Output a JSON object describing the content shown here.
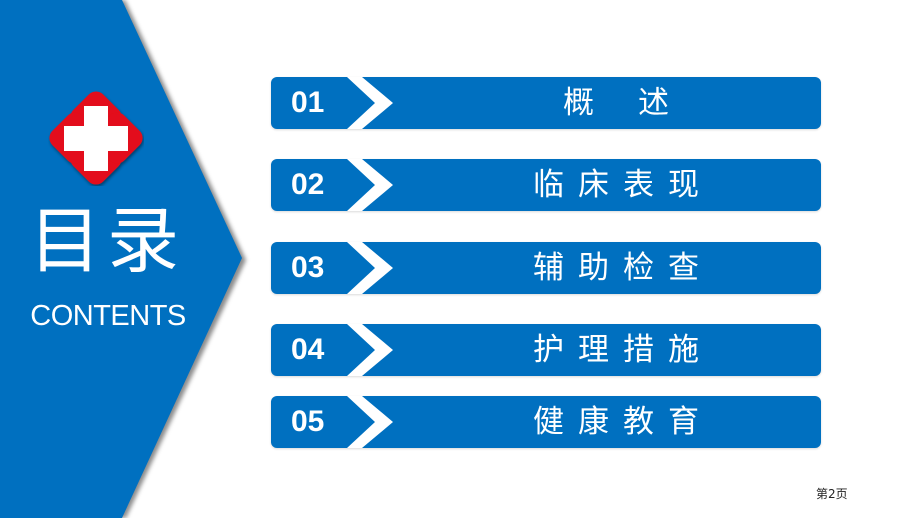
{
  "theme": {
    "accent": "#0070C0",
    "logo_red": "#E3101A",
    "logo_white": "#FFFFFF",
    "text_on_accent": "#FFFFFF"
  },
  "sidebar": {
    "logo_icon": "red-cross-hospital-icon",
    "title_cn": "目录",
    "title_en": "CONTENTS"
  },
  "menu": {
    "items": [
      {
        "number": "01",
        "label": "概述",
        "icon": "chevron-right-icon"
      },
      {
        "number": "02",
        "label": "临床表现",
        "icon": "chevron-right-icon"
      },
      {
        "number": "03",
        "label": "辅助检查",
        "icon": "chevron-right-icon"
      },
      {
        "number": "04",
        "label": "护理措施",
        "icon": "chevron-right-icon"
      },
      {
        "number": "05",
        "label": "健康教育",
        "icon": "chevron-right-icon"
      }
    ]
  },
  "footer": {
    "page_number": "第2页"
  }
}
